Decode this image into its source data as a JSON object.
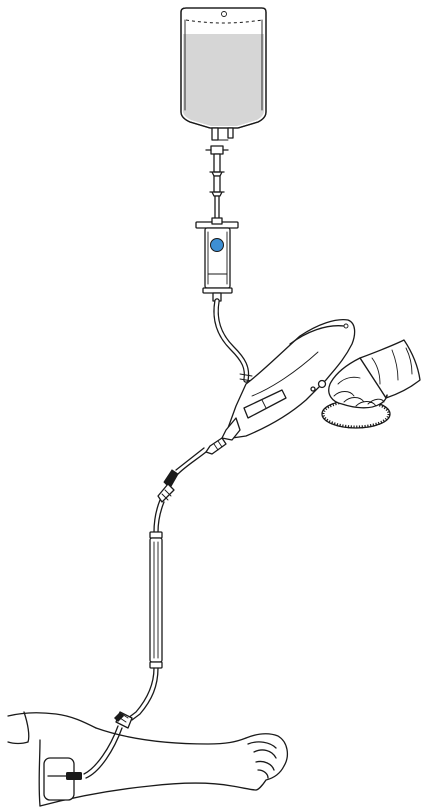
{
  "figure": {
    "components": [
      "iv-bag",
      "drip-chamber",
      "infusion-tubing",
      "handheld-infusion-device",
      "luer-connector",
      "inline-filter",
      "y-site-connector",
      "patient-arm"
    ]
  },
  "colors": {
    "fluid": "#d6d6d6",
    "drip-indicator": "#3d8fd4",
    "line": "#1a1a1a",
    "background": "#ffffff"
  }
}
